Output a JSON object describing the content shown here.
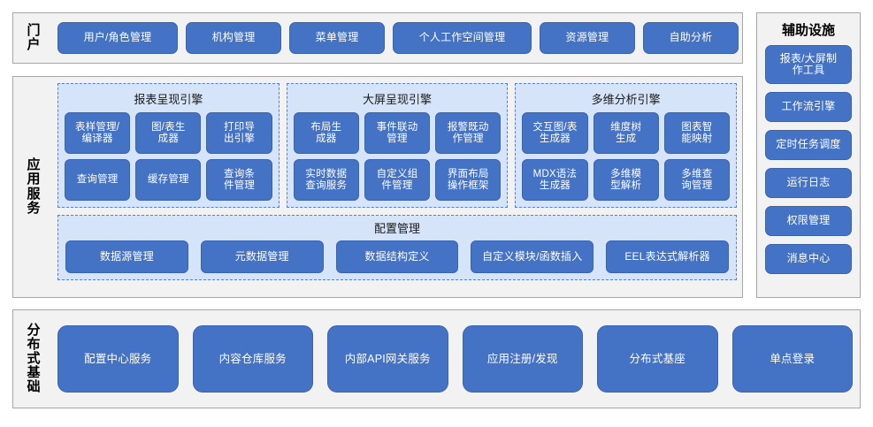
{
  "colors": {
    "button_fill": "#4472C4",
    "button_border": "#3B64AE",
    "panel_bg": "#F2F2F2",
    "panel_border": "#A6A6A6",
    "group_bg": "#D6E4F9",
    "group_border": "#5B7FC7",
    "text_on_button": "#FFFFFF"
  },
  "portal": {
    "label": "门户",
    "items": [
      {
        "label": "用户/角色管理"
      },
      {
        "label": "机构管理"
      },
      {
        "label": "菜单管理"
      },
      {
        "label": "个人工作空间管理"
      },
      {
        "label": "资源管理"
      },
      {
        "label": "自助分析"
      }
    ]
  },
  "app_service": {
    "label": "应用服务",
    "engines": [
      {
        "title": "报表呈现引擎",
        "items": [
          {
            "label": "表样管理/\n编译器"
          },
          {
            "label": "图/表生\n成器"
          },
          {
            "label": "打印导\n出引擎"
          },
          {
            "label": "查询管理"
          },
          {
            "label": "缓存管理"
          },
          {
            "label": "查询条\n件管理"
          }
        ]
      },
      {
        "title": "大屏呈现引擎",
        "items": [
          {
            "label": "布局生\n成器"
          },
          {
            "label": "事件联动\n管理"
          },
          {
            "label": "报警既动\n作管理"
          },
          {
            "label": "实时数据\n查询服务"
          },
          {
            "label": "自定义组\n件管理"
          },
          {
            "label": "界面布局\n操作框架"
          }
        ]
      },
      {
        "title": "多维分析引擎",
        "items": [
          {
            "label": "交互图/表\n生成器"
          },
          {
            "label": "维度树\n生成"
          },
          {
            "label": "图表智\n能映射"
          },
          {
            "label": "MDX语法\n生成器"
          },
          {
            "label": "多维模\n型解析"
          },
          {
            "label": "多维查\n询管理"
          }
        ]
      }
    ],
    "config": {
      "title": "配置管理",
      "items": [
        {
          "label": "数据源管理"
        },
        {
          "label": "元数据管理"
        },
        {
          "label": "数据结构定义"
        },
        {
          "label": "自定义模块/函数插入"
        },
        {
          "label": "EEL表达式解析器"
        }
      ]
    }
  },
  "aux": {
    "title": "辅助设施",
    "items": [
      {
        "label": "报表/大屏制\n作工具",
        "tall": true
      },
      {
        "label": "工作流引擎",
        "tall": false
      },
      {
        "label": "定时任务调度",
        "tall": false
      },
      {
        "label": "运行日志",
        "tall": false
      },
      {
        "label": "权限管理",
        "tall": false
      },
      {
        "label": "消息中心",
        "tall": false
      }
    ]
  },
  "distributed": {
    "label": "分布式基础",
    "items": [
      {
        "label": "配置中心服务"
      },
      {
        "label": "内容仓库服务"
      },
      {
        "label": "内部API网关服务"
      },
      {
        "label": "应用注册/发现"
      },
      {
        "label": "分布式基座"
      },
      {
        "label": "单点登录"
      }
    ]
  }
}
